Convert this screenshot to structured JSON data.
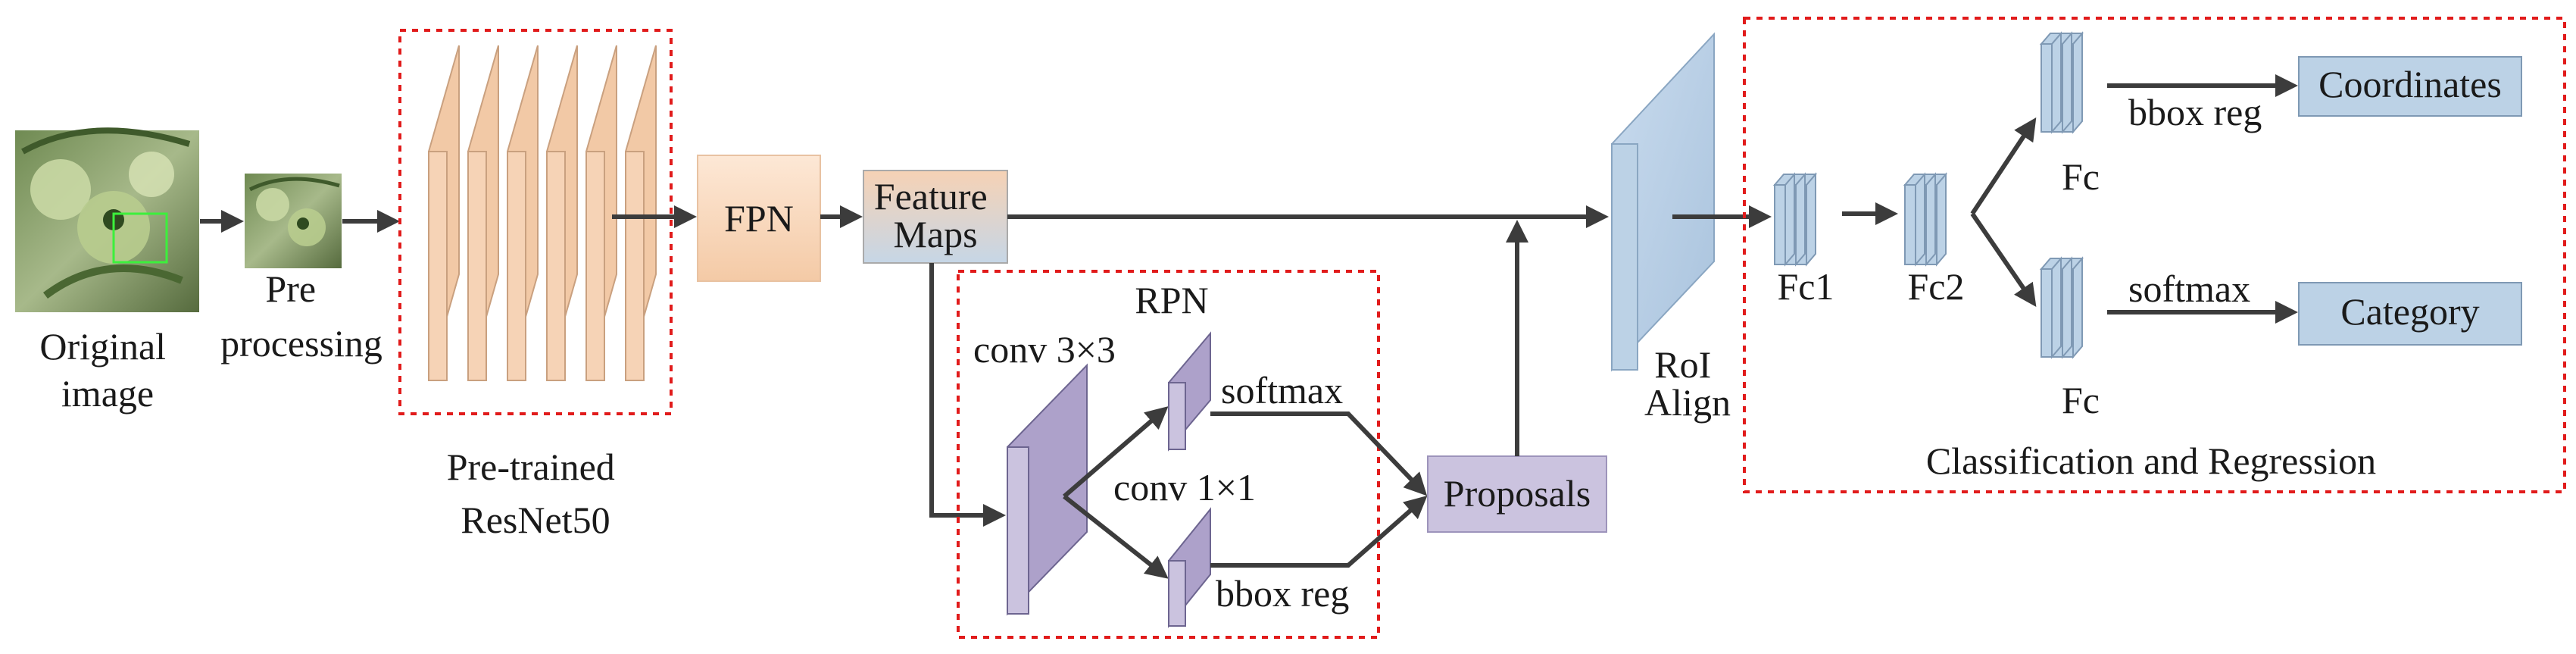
{
  "labels": {
    "original_image": [
      "Original",
      "image"
    ],
    "pre_processing": [
      "Pre",
      "processing"
    ],
    "pretrained": [
      "Pre-trained",
      "ResNet50"
    ],
    "fpn": "FPN",
    "feature_maps": [
      "Feature",
      "Maps"
    ],
    "rpn": "RPN",
    "conv3": "conv 3×3",
    "conv1": "conv 1×1",
    "rpn_softmax": "softmax",
    "rpn_bbox_reg": "bbox reg",
    "proposals": "Proposals",
    "roi_align": [
      "RoI",
      "Align"
    ],
    "fc1": "Fc1",
    "fc2": "Fc2",
    "fc_top": "Fc",
    "fc_bottom": "Fc",
    "head_bbox_reg": "bbox reg",
    "head_softmax": "softmax",
    "coordinates": "Coordinates",
    "category": "Category",
    "cls_reg": "Classification and Regression"
  },
  "colors": {
    "arrow": "#3c3c3c",
    "dashed_box": "#e11b1b",
    "resnet_fill": "#f6d3b6",
    "rpn_fill": "#cbc3df",
    "head_fill": "#bcd2e6",
    "photo_green": "#7fa45a"
  }
}
